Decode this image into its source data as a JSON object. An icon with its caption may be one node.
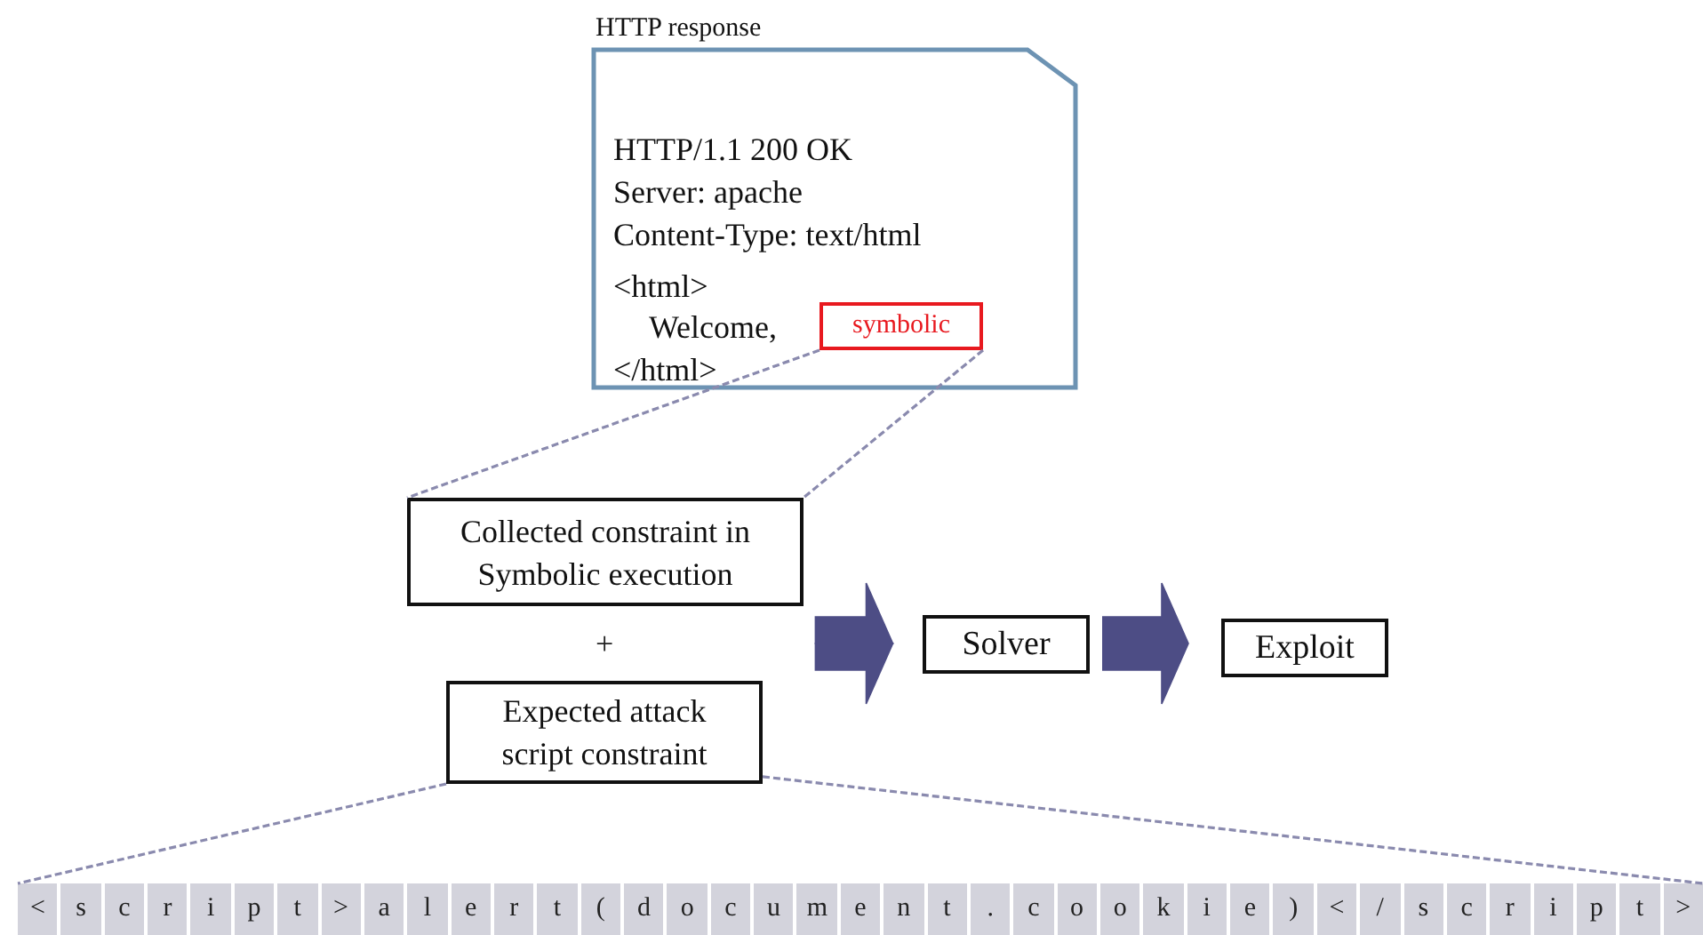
{
  "diagram": {
    "nodes": [
      {
        "text": [
          "HTTP response",
          "HTTP/1.1 200 OK",
          "Server: apache",
          "Content-Type: text/html",
          "<html>",
          "Welcome,",
          "</html>"
        ]
      },
      {
        "text": [
          "symbolic"
        ],
        "in": 0
      },
      {
        "text": [
          "Collected constraint in Symbolic execution"
        ]
      },
      {
        "text": [
          "Expected attack script constraint"
        ]
      },
      {
        "text": [
          "Solver"
        ]
      },
      {
        "text": [
          "Exploit"
        ]
      },
      {
        "text": [
          "<",
          "s",
          "c",
          "r",
          "i",
          "p",
          "t",
          ">",
          "a",
          "l",
          "e",
          "r",
          "t",
          "(",
          "d",
          "o",
          "c",
          "u",
          "m",
          "e",
          "n",
          "t",
          ".",
          "c",
          "o",
          "o",
          "k",
          "i",
          "e",
          ")",
          "<",
          "/",
          "s",
          "c",
          "r",
          "i",
          "p",
          "t",
          ">"
        ]
      }
    ],
    "edges": [
      {
        "from": 1,
        "to": 2,
        "arrow": "none",
        "style": "dashed",
        "color": "#8a8aae"
      },
      {
        "from": 1,
        "to": 2,
        "arrow": "none",
        "style": "dashed",
        "color": "#8a8aae"
      },
      {
        "from": 3,
        "to": 6,
        "arrow": "none",
        "style": "dashed",
        "color": "#8a8aae"
      },
      {
        "from": 3,
        "to": 6,
        "arrow": "none",
        "style": "dashed",
        "color": "#8a8aae"
      },
      {
        "from": 2,
        "to": 4,
        "arrow": "to",
        "style": "thick",
        "color": "#4d4d85"
      },
      {
        "from": 3,
        "to": 4,
        "arrow": "to",
        "style": "thick",
        "color": "#4d4d85"
      },
      {
        "from": 4,
        "to": 5,
        "arrow": "to",
        "style": "thick",
        "color": "#4d4d85"
      }
    ],
    "labels": [
      "+"
    ]
  }
}
